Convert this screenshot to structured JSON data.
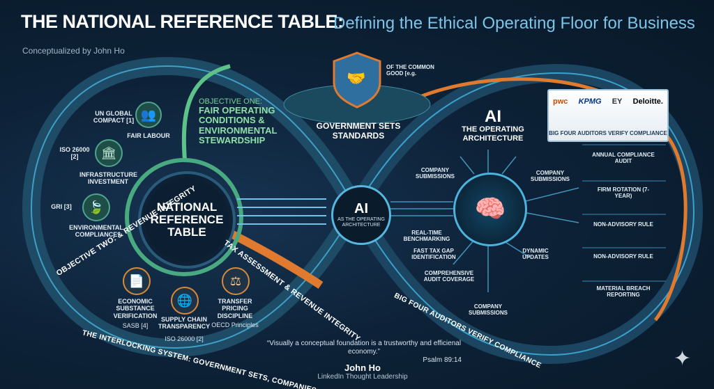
{
  "header": {
    "title_main": "THE NATIONAL REFERENCE TABLE:",
    "title_sub": "Defining the Ethical Operating Floor for Business",
    "credit": "Conceptualized by John Ho"
  },
  "left_loop": {
    "hub_lines": [
      "NATIONAL",
      "REFERENCE",
      "TABLE"
    ],
    "objective_one": {
      "kicker": "OBJECTIVE ONE:",
      "title_lines": [
        "FAIR OPERATING",
        "CONDITIONS &",
        "ENVIRONMENTAL",
        "STEWARDSHIP"
      ]
    },
    "objective_two_band": "OBJECTIVE TWO: & REVENUE INTEGRITY",
    "tax_band": "TAX ASSESSMENT & REVENUE INTEGRITY",
    "standards": [
      {
        "label": "UN GLOBAL COMPACT [1]"
      },
      {
        "label": "ISO 26000 [2]"
      },
      {
        "label": "GRI [3]"
      }
    ],
    "pillars": [
      {
        "label": "FAIR LABOUR"
      },
      {
        "label": "INFRASTRUCTURE INVESTMENT"
      },
      {
        "label": "ENVIRONMENTAL COMPLIANCE"
      }
    ],
    "bottom_pillars": [
      {
        "label": "ECONOMIC SUBSTANCE VERIFICATION",
        "ref": "SASB [4]"
      },
      {
        "label": "SUPPLY CHAIN TRANSPARENCY",
        "ref": "ISO 26000 [2]"
      },
      {
        "label": "TRANSFER PRICING DISCIPLINE",
        "ref": "OECD Principles"
      }
    ],
    "system_band": "THE INTERLOCKING SYSTEM: GOVERNMENT SETS, COMPANIES COMPLY"
  },
  "center": {
    "ai_big": "AI",
    "ai_small": "AS THE OPERATING ARCHITECTURE",
    "government": "GOVERNMENT SETS STANDARDS",
    "common_good": "OF THE COMMON GOOD [e.g."
  },
  "right_loop": {
    "ai_big": "AI",
    "ai_sub": "THE OPERATING ARCHITECTURE",
    "auditors_caption": "BIG FOUR AUDITORS VERIFY COMPLIANCE",
    "logos": [
      "pwc",
      "KPMG",
      "EY",
      "Deloitte."
    ],
    "nodes": [
      {
        "label": "COMPANY SUBMISSIONS"
      },
      {
        "label": "COMPANY SUBMISSIONS"
      },
      {
        "label": "REAL-TIME BENCHMARKING"
      },
      {
        "label": "FAST TAX GAP IDENTIFICATION"
      },
      {
        "label": "DYNAMIC UPDATES"
      },
      {
        "label": "COMPREHENSIVE AUDIT COVERAGE"
      },
      {
        "label": "COMPANY SUBMISSIONS"
      }
    ],
    "side_items": [
      {
        "label": "ANNUAL COMPLIANCE AUDIT"
      },
      {
        "label": "FIRM ROTATION (7-YEAR)"
      },
      {
        "label": "NON-ADVISORY RULE"
      },
      {
        "label": "NON-ADVISORY RULE"
      },
      {
        "label": "MATERIAL BREACH REPORTING"
      }
    ],
    "bottom_band": "BIG FOUR AUDITORS VERIFY COMPLIANCE"
  },
  "footer": {
    "quote": "“Visually  a conceptual foundation is a trustworthy and efficienal economy.”",
    "quote_ref": "Psalm 89:14",
    "author": "John Ho",
    "author_role": "LinkedIn Thought Leadership"
  },
  "colors": {
    "background": "#0b1d2e",
    "green_accent": "#4fa58c",
    "orange_accent": "#e07a2e",
    "blue_accent": "#58b7e0"
  },
  "icons": [
    "handshake-icon",
    "shield-icon",
    "globe-icon",
    "people-icon",
    "building-icon",
    "leaf-icon",
    "document-icon",
    "network-icon",
    "scales-icon",
    "brain-icon",
    "sparkle-icon"
  ]
}
